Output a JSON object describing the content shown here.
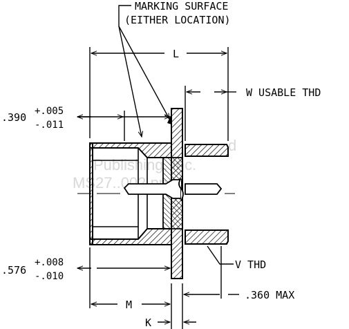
{
  "labels": {
    "marking_surface_line1": "MARKING SURFACE",
    "marking_surface_line2": "(EITHER LOCATION)",
    "dim_L": "L",
    "dim_W": "W USABLE THD",
    "dim_390": ".390",
    "dim_390_plus": "+.005",
    "dim_390_minus": "-.011",
    "dim_576": ".576",
    "dim_576_plus": "+.008",
    "dim_576_minus": "-.010",
    "dim_V": "V THD",
    "dim_M": "M",
    "dim_360": ".360 MAX",
    "dim_K": "K"
  },
  "watermark": {
    "line1": "d",
    "line2": "Publishing, Inc.",
    "line3": "MS27..002.png"
  },
  "colors": {
    "ink": "#000000",
    "watermark": "#d8d8d8",
    "background": "#ffffff"
  }
}
